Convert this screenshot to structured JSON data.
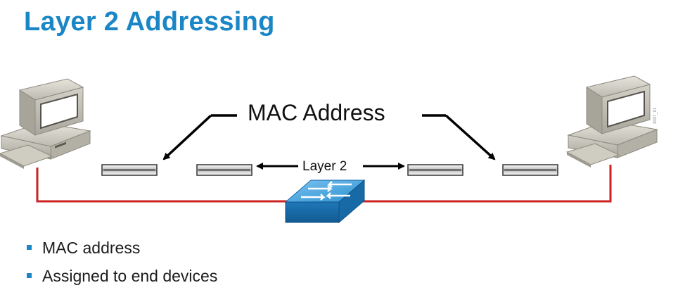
{
  "slide": {
    "title": "Layer 2 Addressing",
    "mac_label": "MAC Address",
    "layer2_label": "Layer 2",
    "side_note": "3037_01",
    "bullets": [
      {
        "text": "MAC address"
      },
      {
        "text": "Assigned to end devices"
      }
    ]
  },
  "colors": {
    "title": "#1a86c6",
    "link_line": "#cc2222",
    "switch": "#2a8fd0",
    "bullet": "#1a86c6"
  },
  "icons": [
    "pc-left-icon",
    "pc-right-icon",
    "switch-icon"
  ]
}
